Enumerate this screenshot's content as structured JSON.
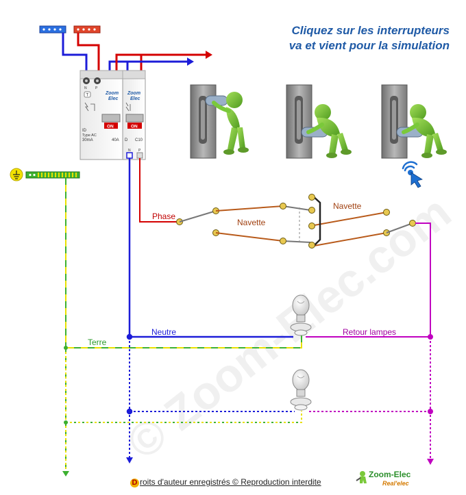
{
  "header": {
    "instruction_line1": "Cliquez sur les interrupteurs",
    "instruction_line2": "va et vient pour la simulation"
  },
  "breakers": {
    "brand_line1": "Zoom",
    "brand_line2": "Elec",
    "on_label": "ON",
    "differential": {
      "id_label": "ID",
      "type_label": "Type AC",
      "sensitivity": "30mA",
      "rating": "40A",
      "terminal_n": "N",
      "terminal_p": "P",
      "test_label": "T"
    },
    "circuit": {
      "curve": "D",
      "rating": "C10",
      "terminal_n": "N",
      "terminal_p": "P"
    }
  },
  "wires": {
    "phase": "Phase",
    "navette_left": "Navette",
    "navette_right": "Navette",
    "neutre": "Neutre",
    "retour_lampes": "Retour lampes",
    "terre": "Terre"
  },
  "colors": {
    "phase": "#d40000",
    "neutral": "#1c1cd8",
    "navette": "#b85a1a",
    "retour": "#c000c0",
    "earth_green": "#3cb030",
    "earth_yellow": "#e8e000",
    "title": "#1f5aa6",
    "figure": "#7ac93a"
  },
  "figures": [
    {
      "name": "person-pulling-switch-1"
    },
    {
      "name": "person-pushing-switch-2"
    },
    {
      "name": "person-pushing-switch-3"
    }
  ],
  "icons": {
    "earth": "earth-ground-icon",
    "click": "click-cursor-icon",
    "lamp": "light-bulb-icon"
  },
  "footer": {
    "copyright_initial": "D",
    "copyright_rest": "roits d'auteur enregistrés © Reproduction interdite",
    "logo_brand": "Zoom-Elec",
    "logo_sub": "Real'elec"
  }
}
